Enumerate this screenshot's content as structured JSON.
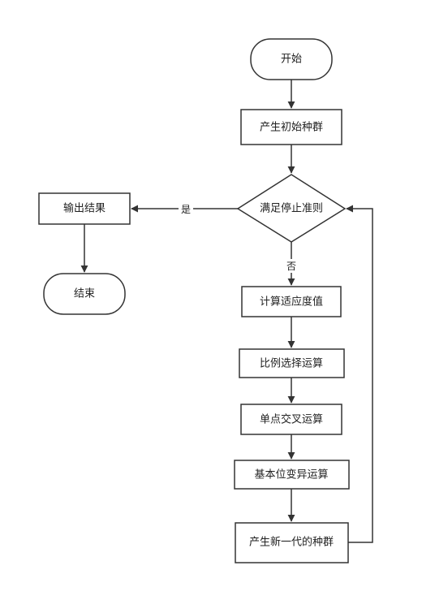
{
  "nodes": {
    "start": "开始",
    "init_population": "产生初始种群",
    "stop_criterion": "满足停止准则",
    "compute_fitness": "计算适应度值",
    "proportional_selection": "比例选择运算",
    "single_point_crossover": "单点交叉运算",
    "basic_bit_mutation": "基本位变异运算",
    "new_generation": "产生新一代的种群",
    "output_result": "输出结果",
    "end": "结束"
  },
  "edge_labels": {
    "yes": "是",
    "no": "否"
  },
  "colors": {
    "stroke": "#333333",
    "fill": "#ffffff",
    "text": "#222222"
  }
}
